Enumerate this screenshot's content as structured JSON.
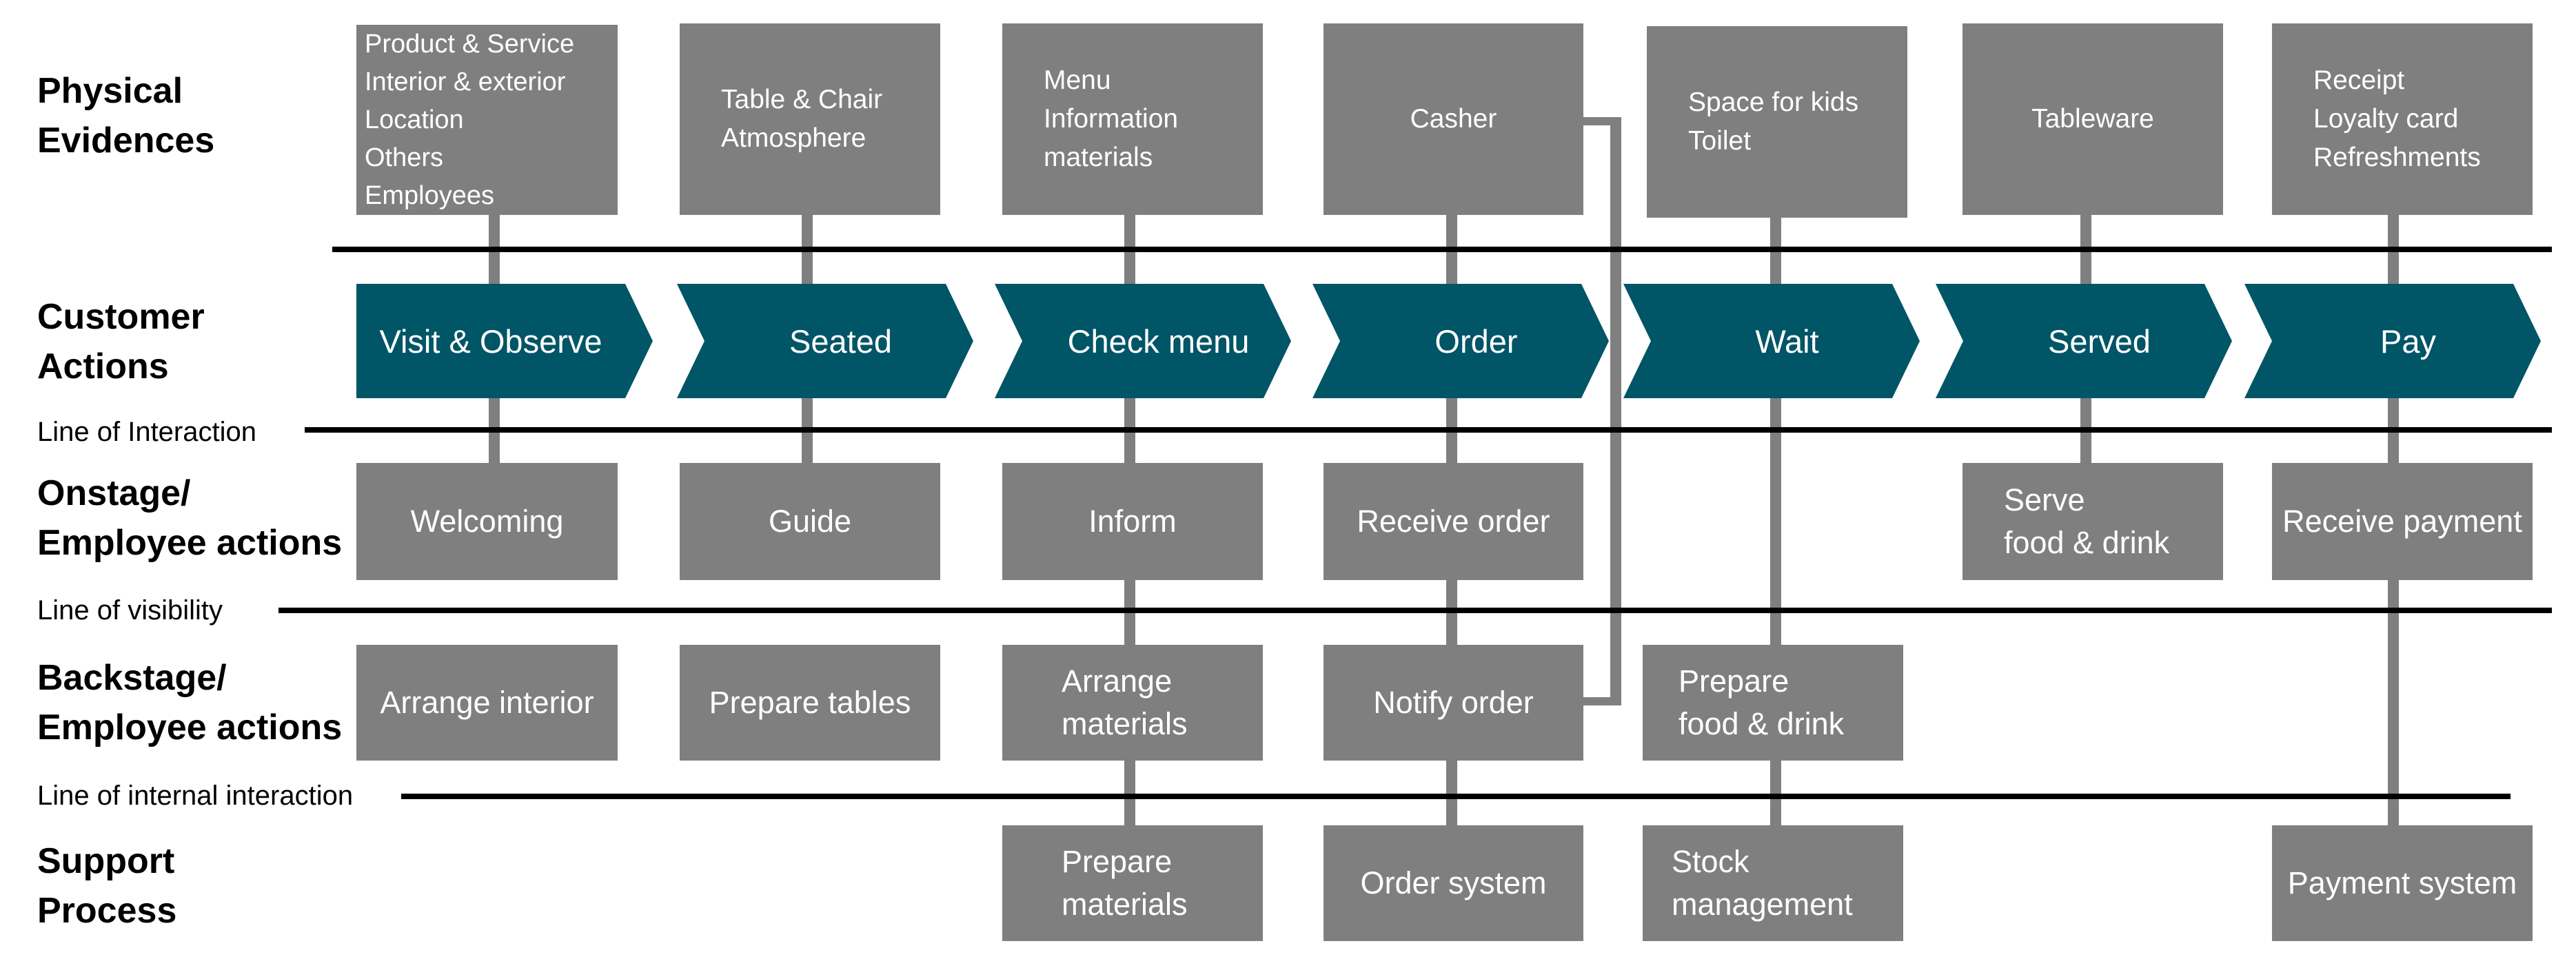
{
  "rows": {
    "physical_evidences": "Physical\nEvidences",
    "customer_actions": "Customer\nActions",
    "onstage": "Onstage/\nEmployee actions",
    "backstage": "Backstage/\nEmployee actions",
    "support": "Support\nProcess"
  },
  "lines": {
    "interaction": "Line of Interaction",
    "visibility": "Line of visibility",
    "internal": "Line of internal interaction"
  },
  "evidence": {
    "visit": "Product & Service\nInterior & exterior\nLocation\nOthers\nEmployees",
    "seated": "Table & Chair\nAtmosphere",
    "menu": "Menu\nInformation\nmaterials",
    "order": "Casher",
    "wait": "Space for kids\nToilet",
    "served": "Tableware",
    "pay": "Receipt\nLoyalty card\nRefreshments"
  },
  "customer_actions": {
    "visit": "Visit & Observe",
    "seated": "Seated",
    "menu": "Check menu",
    "order": "Order",
    "wait": "Wait",
    "served": "Served",
    "pay": "Pay"
  },
  "onstage": {
    "visit": "Welcoming",
    "seated": "Guide",
    "menu": "Inform",
    "order": "Receive order",
    "served": "Serve\nfood & drink",
    "pay": "Receive payment"
  },
  "backstage": {
    "visit": "Arrange interior",
    "seated": "Prepare tables",
    "menu": "Arrange\nmaterials",
    "order": "Notify order",
    "wait": "Prepare\nfood & drink"
  },
  "support": {
    "menu": "Prepare\nmaterials",
    "order": "Order system",
    "wait": "Stock\nmanagement",
    "pay": "Payment system"
  },
  "colors": {
    "box": "#7f7f7f",
    "arrow": "#005566",
    "line": "#000000",
    "text_on_shape": "#ffffff"
  }
}
